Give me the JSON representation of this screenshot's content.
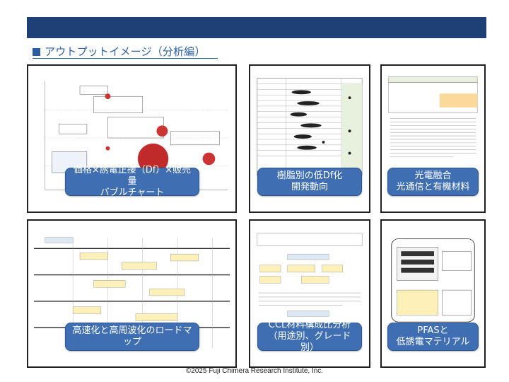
{
  "header": {
    "section_title": "アウトプットイメージ（分析編）"
  },
  "cards": [
    {
      "caption": "価格×誘電正接（Df）×販売量\nバブルチャート"
    },
    {
      "caption": "樹脂別の低Df化\n開発動向"
    },
    {
      "caption": "光電融合\n光通信と有機材料"
    },
    {
      "caption": "高速化と高周波化のロードマップ"
    },
    {
      "caption": "CCL材料構成比分析\n（用途別、グレード別）"
    },
    {
      "caption": "PFASと\n低誘電マテリアル"
    }
  ],
  "footer": {
    "copyright": "©2025 Fuji Chimera Research Institute, Inc."
  }
}
